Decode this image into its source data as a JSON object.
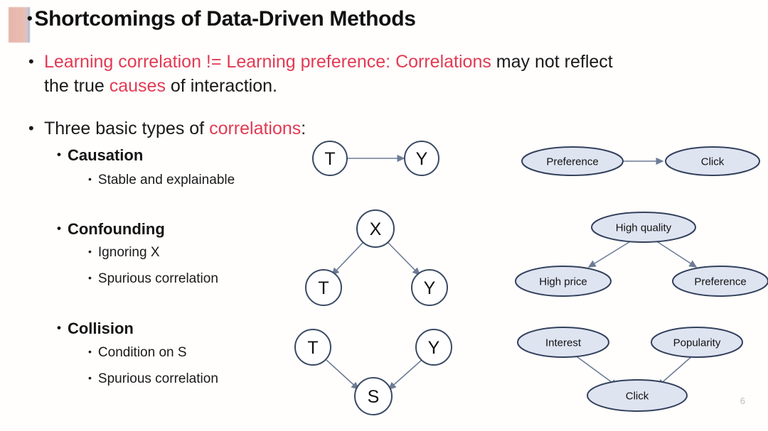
{
  "slide": {
    "title_bullet": "•",
    "title": "Shortcomings of Data-Driven Methods",
    "page_number": "6",
    "accent_colors": {
      "title_block_start": "#e7b5ab",
      "title_block_end": "#9fb6d8",
      "highlight_red": "#e23a53",
      "node_stroke": "#3a4a63",
      "ellipse_fill": "#dfe4f1",
      "edge": "#6d7c95"
    }
  },
  "bullets": {
    "point1": {
      "dot": "•",
      "seg_red_1": "Learning correlation != Learning preference: Correlations",
      "seg_black_1": " may not reflect",
      "line2_black_1": "the true ",
      "line2_red_1": "causes",
      "line2_black_2": " of interaction."
    },
    "point2": {
      "dot": "•",
      "black_1": "Three basic types of ",
      "red_1": "correlations",
      "black_2": ":"
    },
    "causation": {
      "dot": "•",
      "label": "Causation",
      "sub": [
        {
          "dot": "•",
          "label": "Stable and explainable",
          "color": "black"
        }
      ]
    },
    "confounding": {
      "dot": "•",
      "label": "Confounding",
      "sub": [
        {
          "dot": "•",
          "label": "Ignoring X",
          "color": "black"
        },
        {
          "dot": "•",
          "label": "Spurious correlation",
          "color": "red"
        }
      ]
    },
    "collision": {
      "dot": "•",
      "label": "Collision",
      "sub": [
        {
          "dot": "•",
          "label": "Condition on S",
          "color": "black"
        },
        {
          "dot": "•",
          "label": "Spurious correlation",
          "color": "red"
        }
      ]
    }
  },
  "diagrams": {
    "causation_abstract": {
      "type": "dag",
      "nodes": [
        {
          "id": "T",
          "label": "T"
        },
        {
          "id": "Y",
          "label": "Y"
        }
      ],
      "edges": [
        {
          "from": "T",
          "to": "Y"
        }
      ]
    },
    "causation_concrete": {
      "type": "dag",
      "nodes": [
        {
          "id": "pref",
          "label": "Preference"
        },
        {
          "id": "click",
          "label": "Click"
        }
      ],
      "edges": [
        {
          "from": "pref",
          "to": "click"
        }
      ]
    },
    "confounding_abstract": {
      "type": "dag",
      "nodes": [
        {
          "id": "X",
          "label": "X"
        },
        {
          "id": "T",
          "label": "T"
        },
        {
          "id": "Y",
          "label": "Y"
        }
      ],
      "edges": [
        {
          "from": "X",
          "to": "T"
        },
        {
          "from": "X",
          "to": "Y"
        }
      ]
    },
    "confounding_concrete": {
      "type": "dag",
      "nodes": [
        {
          "id": "quality",
          "label": "High quality"
        },
        {
          "id": "price",
          "label": "High price"
        },
        {
          "id": "pref",
          "label": "Preference"
        }
      ],
      "edges": [
        {
          "from": "quality",
          "to": "price"
        },
        {
          "from": "quality",
          "to": "pref"
        }
      ]
    },
    "collision_abstract": {
      "type": "dag",
      "nodes": [
        {
          "id": "T",
          "label": "T"
        },
        {
          "id": "Y",
          "label": "Y"
        },
        {
          "id": "S",
          "label": "S"
        }
      ],
      "edges": [
        {
          "from": "T",
          "to": "S"
        },
        {
          "from": "Y",
          "to": "S"
        }
      ]
    },
    "collision_concrete": {
      "type": "dag",
      "nodes": [
        {
          "id": "interest",
          "label": "Interest"
        },
        {
          "id": "popularity",
          "label": "Popularity"
        },
        {
          "id": "click",
          "label": "Click"
        }
      ],
      "edges": [
        {
          "from": "interest",
          "to": "click"
        },
        {
          "from": "popularity",
          "to": "click"
        }
      ]
    }
  }
}
